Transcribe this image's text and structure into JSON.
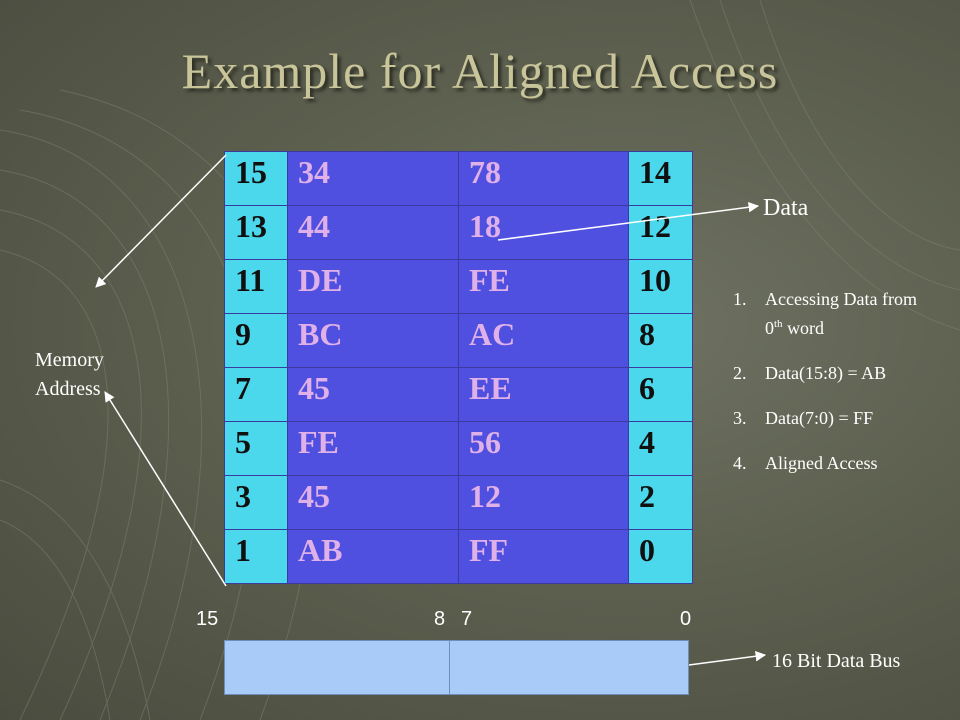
{
  "slide": {
    "title": "Example for Aligned Access",
    "memory_table": {
      "rows": [
        [
          "15",
          "34",
          "78",
          "14"
        ],
        [
          "13",
          "44",
          "18",
          "12"
        ],
        [
          "11",
          "DE",
          "FE",
          "10"
        ],
        [
          "9",
          "BC",
          "AC",
          "8"
        ],
        [
          "7",
          "45",
          "EE",
          "6"
        ],
        [
          "5",
          "FE",
          "56",
          "4"
        ],
        [
          "3",
          "45",
          "12",
          "2"
        ],
        [
          "1",
          "AB",
          "FF",
          "0"
        ]
      ]
    },
    "data_label": "Data",
    "memory_label_line1": "Memory",
    "memory_label_line2": "Address",
    "notes": [
      {
        "num": "1.",
        "text_before": "Accessing Data from 0",
        "sup": "th",
        "text_after": " word"
      },
      {
        "num": "2.",
        "text": " Data(15:8) = AB"
      },
      {
        "num": "3.",
        "text": " Data(7:0) = FF"
      },
      {
        "num": "4.",
        "text": " Aligned Access"
      }
    ],
    "bus": {
      "bit_15": "15",
      "bit_8": "8",
      "bit_7": "7",
      "bit_0": "0",
      "label": "16 Bit Data Bus"
    },
    "colors": {
      "address_cell": "#4cd8ec",
      "value_cell": "#5050e0",
      "value_text": "#e0b0e8",
      "bus_fill": "#a8ccf7",
      "title": "#c9c59a"
    }
  }
}
